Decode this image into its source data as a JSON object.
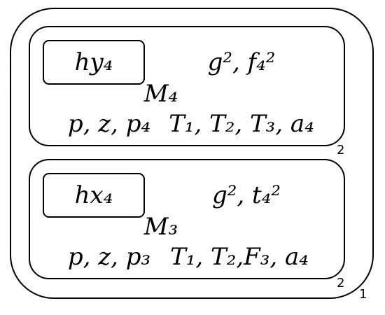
{
  "outer": {
    "label": "1"
  },
  "top": {
    "label": "2",
    "inner_box": "hy₄",
    "right_top": "g², f₄²",
    "center": "M₄",
    "bottom_left": "p, z, p₄",
    "bottom_right": "T₁, T₂, T₃, a₄"
  },
  "bottom": {
    "label": "2",
    "inner_box": "hx₄",
    "right_top": "g², t₄²",
    "center": "M₃",
    "bottom_left": "p, z, p₃",
    "bottom_right": "T₁, T₂,F₃, a₄"
  }
}
